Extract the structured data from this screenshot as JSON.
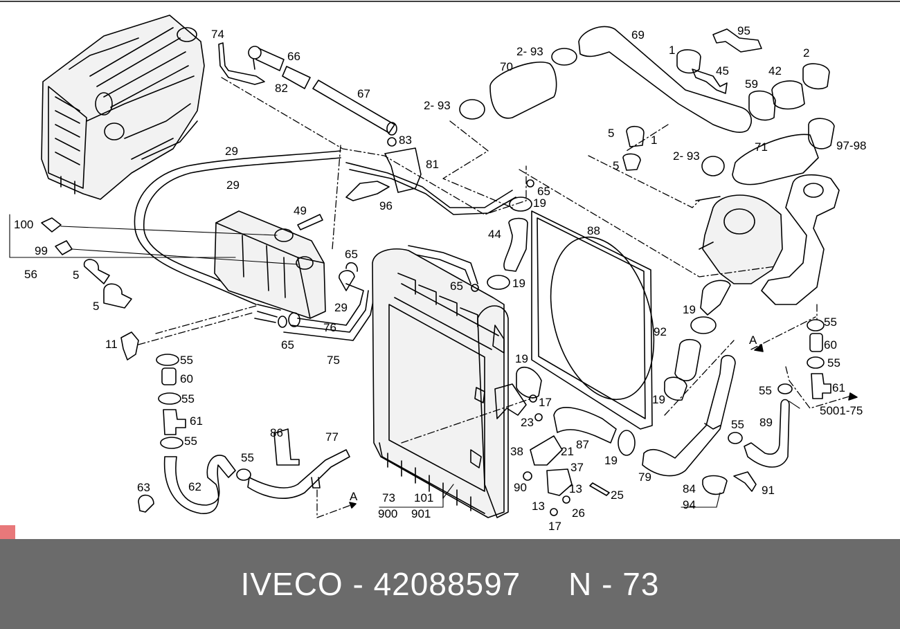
{
  "caption": "IVECO - 42088597     N - 73",
  "colors": {
    "bar": "#6b6b6b",
    "caption_text": "#ffffff",
    "marker": "#e8787a",
    "ink": "#000000"
  },
  "labels": {
    "l74": "74",
    "l66": "66",
    "l82": "82",
    "l67": "67",
    "l83": "83",
    "l81": "81",
    "l96": "96",
    "l29a": "29",
    "l29b": "29",
    "l29c": "29",
    "l49": "49",
    "l100": "100",
    "l99": "99",
    "l56": "56",
    "l5a": "5",
    "l5b": "5",
    "l5c": "5",
    "l5d": "5",
    "l65a": "65",
    "l65b": "65",
    "l65c": "65",
    "l65d": "65",
    "l76": "76",
    "l75": "75",
    "l11": "11",
    "l55a": "55",
    "l60a": "60",
    "l55b": "55",
    "l61a": "61",
    "l55c": "55",
    "l63": "63",
    "l62": "62",
    "l55d": "55",
    "l86": "86",
    "l77": "77",
    "l73": "73",
    "l900": "900",
    "l101": "101",
    "l901": "901",
    "l293a": "2- 93",
    "l293b": "2- 93",
    "l293c": "2- 93",
    "l70": "70",
    "l69": "69",
    "l95": "95",
    "l1a": "1",
    "l1b": "1",
    "l45": "45",
    "l2": "2",
    "l42": "42",
    "l59": "59",
    "l71": "71",
    "l9798": "97-98",
    "l19a": "19",
    "l19b": "19",
    "l19c": "19",
    "l19d": "19",
    "l19e": "19",
    "l19f": "19",
    "l44": "44",
    "l88": "88",
    "l92": "92",
    "l55e": "55",
    "l60b": "60",
    "l55f": "55",
    "l55g": "55",
    "l61b": "61",
    "l5001": "5001-75",
    "l89": "89",
    "l55h": "55",
    "l17a": "17",
    "l23": "23",
    "l87": "87",
    "l38": "38",
    "l21": "21",
    "l37": "37",
    "l90": "90",
    "l13a": "13",
    "l13b": "13",
    "l25": "25",
    "l26": "26",
    "l17b": "17",
    "l79": "79",
    "l84": "84",
    "l94": "94",
    "l91": "91",
    "arrA1": "A",
    "arrA2": "A"
  }
}
